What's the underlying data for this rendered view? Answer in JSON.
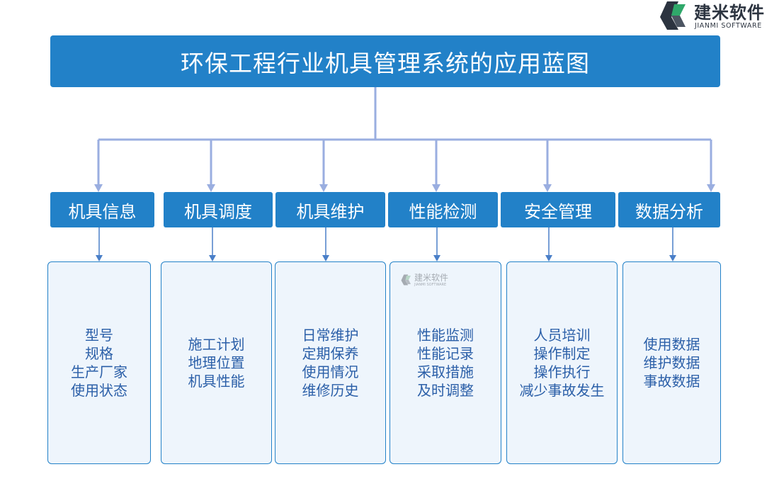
{
  "brand": {
    "name_cn": "建米软件",
    "name_en": "JIANMI SOFTWARE"
  },
  "title": "环保工程行业机具管理系统的应用蓝图",
  "colors": {
    "primary": "#2281c8",
    "connector": "#9aaee0",
    "card_bg": "#eef5fc",
    "card_text": "#2b5fa8"
  },
  "categories": [
    {
      "label": "机具信息",
      "items": [
        "型号",
        "规格",
        "生产厂家",
        "使用状态"
      ]
    },
    {
      "label": "机具调度",
      "items": [
        "施工计划",
        "地理位置",
        "机具性能"
      ]
    },
    {
      "label": "机具维护",
      "items": [
        "日常维护",
        "定期保养",
        "使用情况",
        "维修历史"
      ]
    },
    {
      "label": "性能检测",
      "items": [
        "性能监测",
        "性能记录",
        "采取措施",
        "及时调整"
      ]
    },
    {
      "label": "安全管理",
      "items": [
        "人员培训",
        "操作制定",
        "操作执行",
        "减少事故发生"
      ]
    },
    {
      "label": "数据分析",
      "items": [
        "使用数据",
        "维护数据",
        "事故数据"
      ]
    }
  ],
  "watermark": {
    "name_cn": "建米软件",
    "name_en": "JIANMI SOFTWARE"
  }
}
